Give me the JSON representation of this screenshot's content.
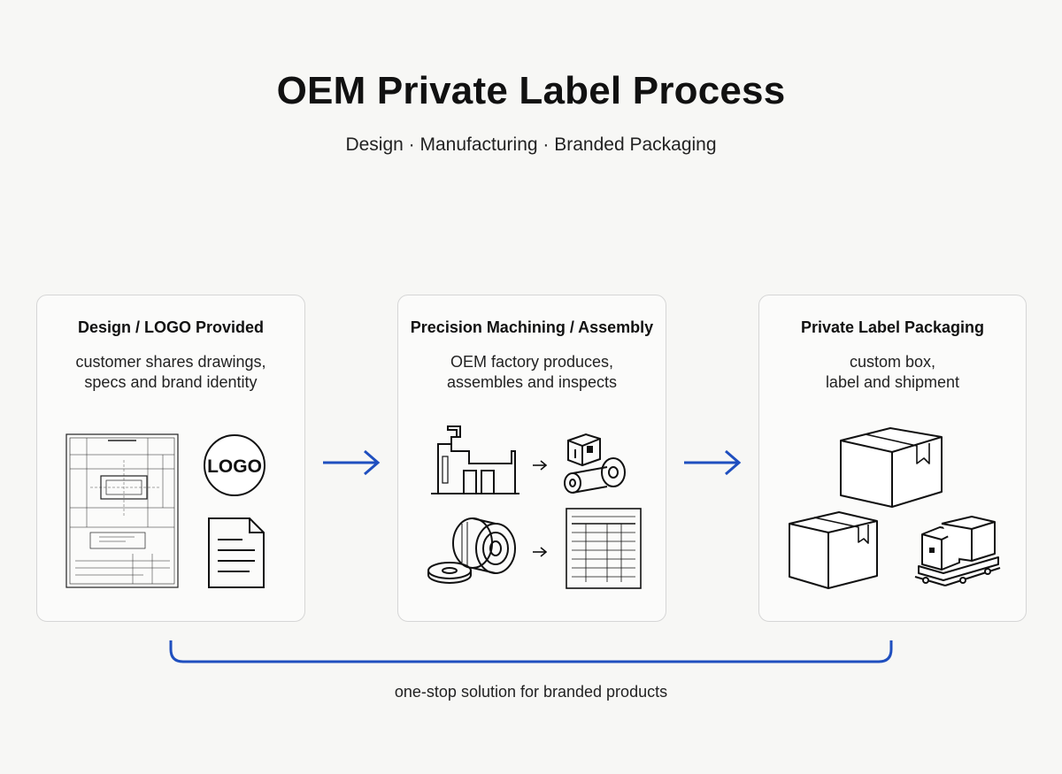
{
  "title": "OEM Private Label Process",
  "subtitle": "Design · Manufacturing · Branded Packaging",
  "steps": [
    {
      "title": "Design / LOGO Provided",
      "desc_line1": "customer shares drawings,",
      "desc_line2": "specs and brand identity",
      "logo_text": "LOGO"
    },
    {
      "title": "Precision Machining / Assembly",
      "desc_line1": "OEM factory produces,",
      "desc_line2": "assembles and inspects"
    },
    {
      "title": "Private Label Packaging",
      "desc_line1": "custom box,",
      "desc_line2": "label and shipment"
    }
  ],
  "footer": "one-stop solution for branded products",
  "colors": {
    "accent": "#1f4fbf",
    "line": "#1a1a1a",
    "card_border": "#d6d6d6"
  }
}
